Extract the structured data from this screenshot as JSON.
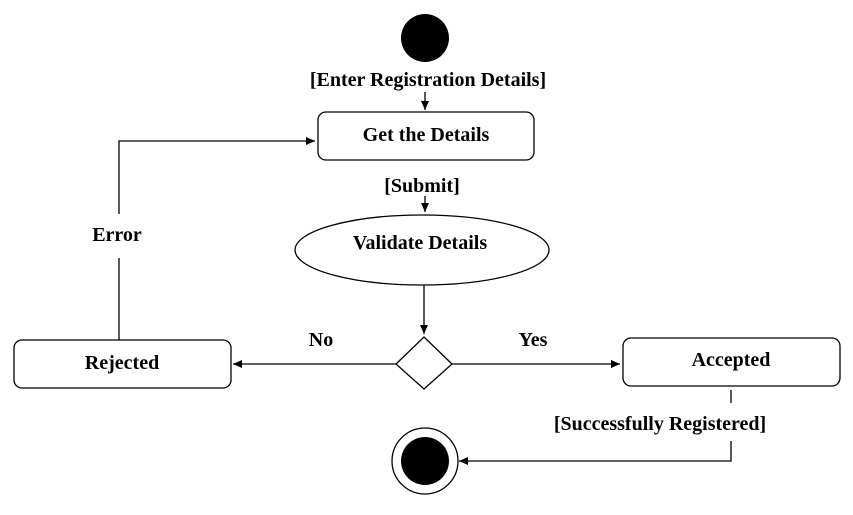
{
  "guards": {
    "enter": "[Enter Registration Details]",
    "submit": "[Submit]",
    "success": "[Successfully Registered]"
  },
  "nodes": {
    "get_details": "Get the Details",
    "validate": "Validate Details",
    "rejected": "Rejected",
    "accepted": "Accepted"
  },
  "edges": {
    "no": "No",
    "yes": "Yes",
    "error": "Error"
  }
}
